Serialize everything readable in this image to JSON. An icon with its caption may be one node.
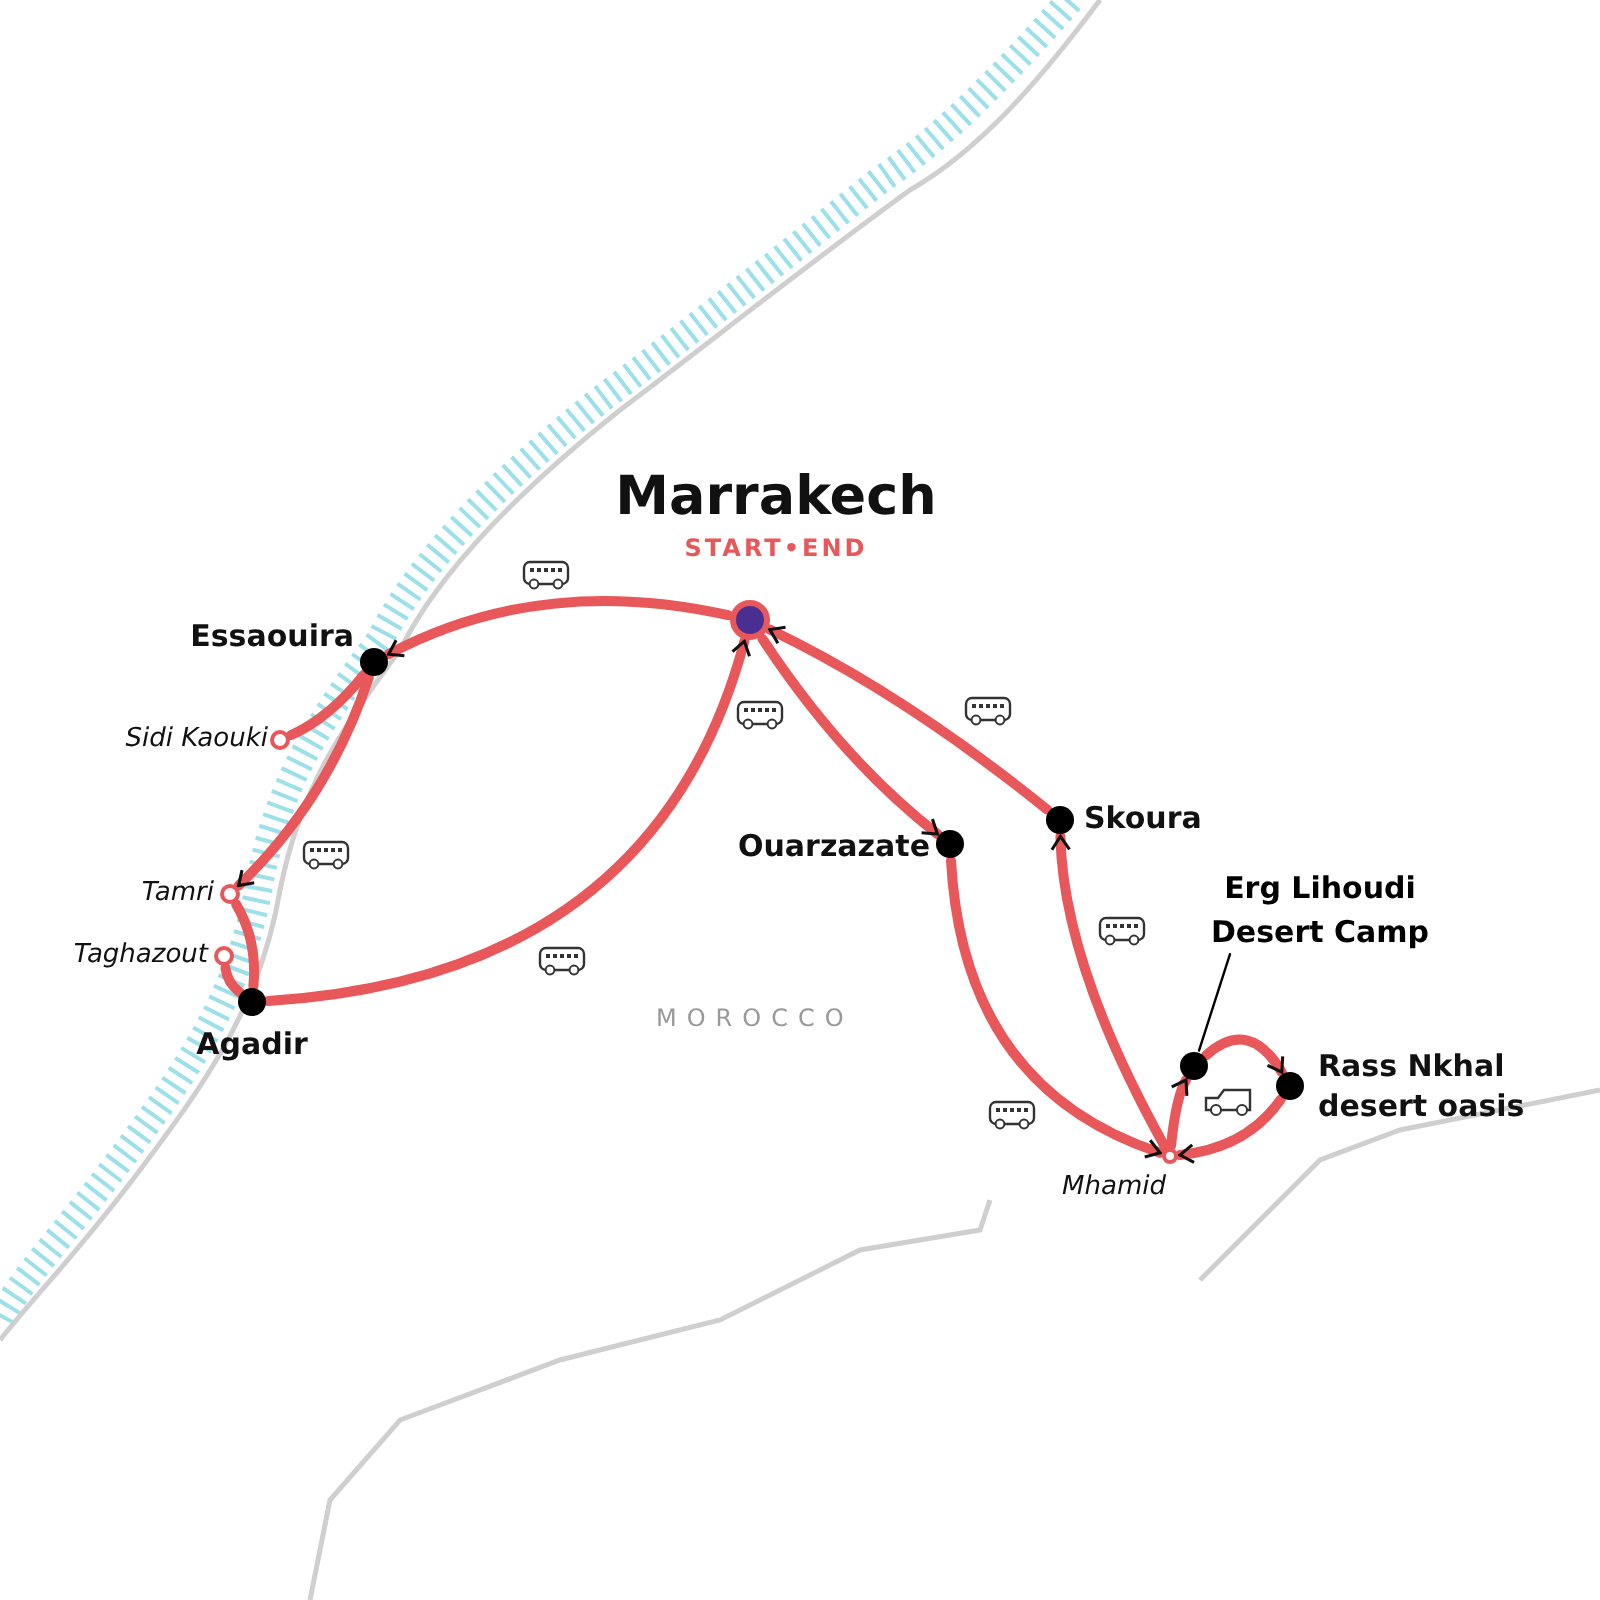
{
  "diagram": {
    "nodes": [
      {
        "text": [
          "Marrakech",
          "START•END"
        ]
      },
      {
        "text": [
          "Essaouira"
        ]
      },
      {
        "text": [
          "Sidi Kaouki"
        ]
      },
      {
        "text": [
          "Tamri"
        ]
      },
      {
        "text": [
          "Taghazout"
        ]
      },
      {
        "text": [
          "Agadir"
        ]
      },
      {
        "text": [
          "Ouarzazate"
        ]
      },
      {
        "text": [
          "Skoura"
        ]
      },
      {
        "text": [
          "Mhamid"
        ]
      },
      {
        "text": [
          "Erg Lihoudi Desert Camp"
        ]
      },
      {
        "text": [],
        "shape": "circle"
      },
      {
        "text": [
          "Rass Nkhal desert oasis"
        ]
      }
    ],
    "edges": [
      {
        "from": 0,
        "to": 1,
        "arrow": "to"
      },
      {
        "from": 1,
        "to": 2,
        "arrow": "none"
      },
      {
        "from": 1,
        "to": 3,
        "arrow": "to"
      },
      {
        "from": 3,
        "to": 5,
        "arrow": "none"
      },
      {
        "from": 4,
        "to": 5,
        "arrow": "none"
      },
      {
        "from": 5,
        "to": 0,
        "arrow": "to"
      },
      {
        "from": 0,
        "to": 6,
        "arrow": "to"
      },
      {
        "from": 6,
        "to": 8,
        "arrow": "to"
      },
      {
        "from": 8,
        "to": 10,
        "arrow": "to"
      },
      {
        "from": 10,
        "to": 11,
        "arrow": "to"
      },
      {
        "from": 11,
        "to": 8,
        "arrow": "to"
      },
      {
        "from": 8,
        "to": 7,
        "arrow": "to"
      },
      {
        "from": 7,
        "to": 0,
        "arrow": "to"
      },
      {
        "from": 9,
        "to": 10,
        "arrow": "none",
        "color": "#000000"
      }
    ],
    "labels": [
      "MOROCCO"
    ]
  }
}
